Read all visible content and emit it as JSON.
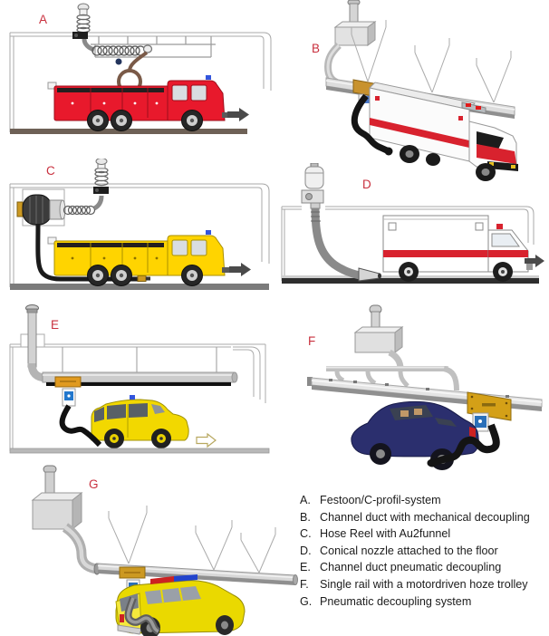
{
  "panels": [
    {
      "label": "A"
    },
    {
      "label": "B"
    },
    {
      "label": "C"
    },
    {
      "label": "D"
    },
    {
      "label": "E"
    },
    {
      "label": "F"
    },
    {
      "label": "G"
    }
  ],
  "legend": {
    "items": [
      {
        "key": "A.",
        "label": "Festoon/C-profil-system"
      },
      {
        "key": "B.",
        "label": "Channel duct with mechanical decoupling"
      },
      {
        "key": "C.",
        "label": "Hose Reel with Au2funnel"
      },
      {
        "key": "D.",
        "label": "Conical nozzle attached to the floor"
      },
      {
        "key": "E.",
        "label": "Channel duct pneumatic decoupling"
      },
      {
        "key": "F.",
        "label": "Single rail with a motordriven hoze trolley"
      },
      {
        "key": "G.",
        "label": "Pneumatic decoupling system"
      }
    ]
  },
  "colors": {
    "panel_label_red": "#c9303e",
    "fire_truck_red": "#e8192c",
    "truck_yellow": "#ffd400",
    "ambulance_stripe_red": "#d8222e",
    "sedan_navy": "#2b2f6e",
    "trolley_gold": "#cc9922",
    "hose_black": "#1a1a1a",
    "hose_brown": "#7a5a48"
  }
}
